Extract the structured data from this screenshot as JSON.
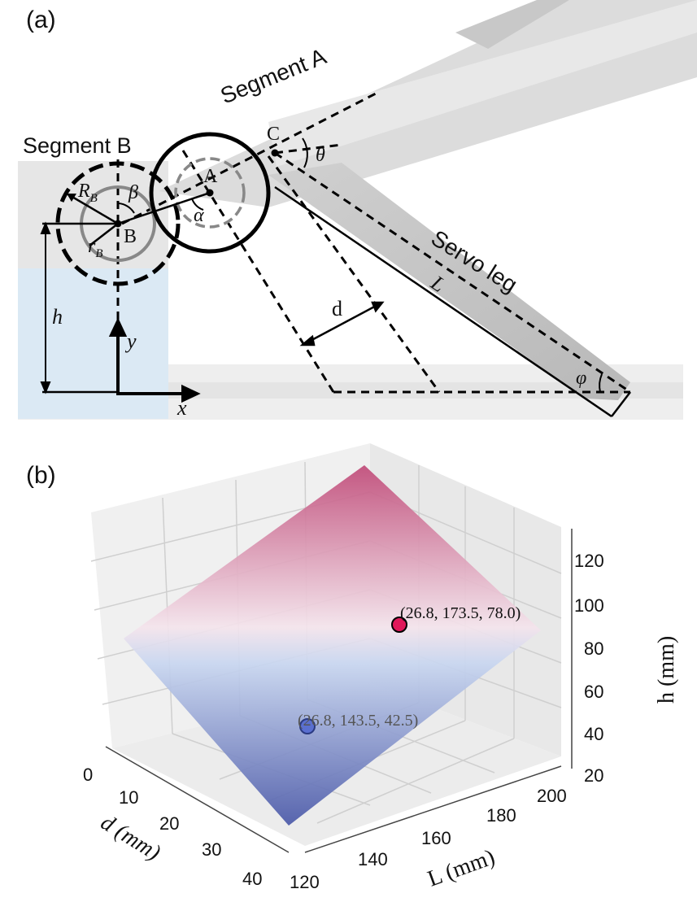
{
  "panel_a": {
    "label": "(a)",
    "segment_a": "Segment A",
    "segment_b": "Segment B",
    "servo_leg": "Servo leg",
    "point_a": "A",
    "point_b": "B",
    "point_c": "C",
    "theta": "θ",
    "alpha": "α",
    "beta": "β",
    "phi": "φ",
    "r_big": "R",
    "r_big_sub": "B",
    "r_small": "r",
    "r_small_sub": "B",
    "length_l": "L",
    "dist_d": "d",
    "height_h": "h",
    "axis_x": "x",
    "axis_y": "y"
  },
  "panel_b": {
    "label": "(b)",
    "x_axis_label": "d (mm)",
    "y_axis_label": "L (mm)",
    "z_axis_label": "h (mm)",
    "x_ticks": [
      "0",
      "10",
      "20",
      "30",
      "40"
    ],
    "y_ticks": [
      "120",
      "140",
      "160",
      "180",
      "200"
    ],
    "z_ticks": [
      "20",
      "40",
      "60",
      "80",
      "100",
      "120"
    ],
    "point_high_label": "(26.8, 173.5, 78.0)",
    "point_low_label": "(26.8, 143.5, 42.5)"
  },
  "chart_data": {
    "type": "surface",
    "x_label": "d (mm)",
    "y_label": "L (mm)",
    "z_label": "h (mm)",
    "x_range": [
      0,
      40
    ],
    "y_range": [
      120,
      200
    ],
    "z_range": [
      20,
      130
    ],
    "grid": true,
    "colormap": [
      "#4a5fb0",
      "#e8f0fa",
      "#c0507a"
    ],
    "points": [
      {
        "d": 26.8,
        "L": 173.5,
        "h": 78.0,
        "color": "#e0185a"
      },
      {
        "d": 26.8,
        "L": 143.5,
        "h": 42.5,
        "color": "#5a6fd0"
      }
    ]
  }
}
